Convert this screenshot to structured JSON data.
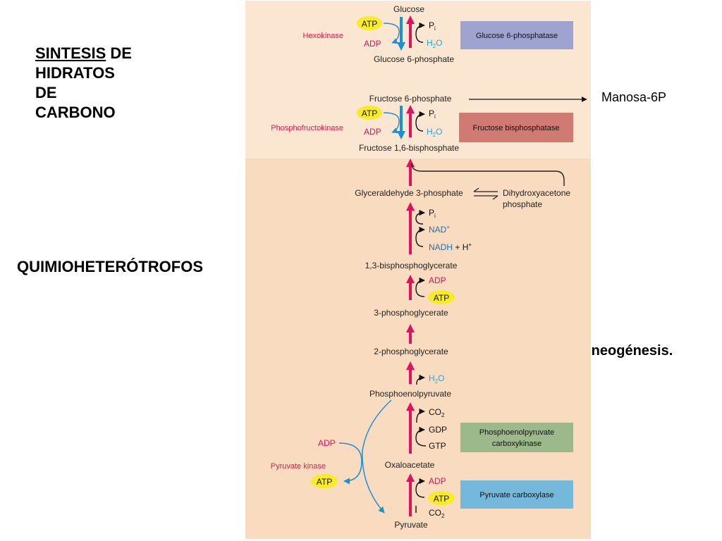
{
  "slide": {
    "title_line1_underlined": "SINTESIS",
    "title_line1_rest": " DE",
    "title_line2": "HIDRATOS",
    "title_line3": "DE",
    "title_line4": "CARBONO",
    "organism_label": "QUIMIOHETERÓTROFOS",
    "pathway_label": "Gluconeogénesis.",
    "side_product": "Manosa-6P"
  },
  "diagram": {
    "metabolites": {
      "glucose": "Glucose",
      "glucose6p": "Glucose 6-phosphate",
      "fructose6p": "Fructose 6-phosphate",
      "fructose16bp": "Fructose 1,6-bisphosphate",
      "g3p": "Glyceraldehyde 3-phosphate",
      "dhap_line1": "Dihydroxyacetone",
      "dhap_line2": "phosphate",
      "bpg13": "1,3-bisphosphoglycerate",
      "pg3": "3-phosphoglycerate",
      "pg2": "2-phosphoglycerate",
      "pep": "Phosphoenolpyruvate",
      "oaa": "Oxaloacetate",
      "pyruvate": "Pyruvate"
    },
    "enzymes": {
      "hexokinase": "Hexokinase",
      "pfk": "Phosphofructokinase",
      "pyruvate_kinase": "Pyruvate kinase",
      "g6pase": "Glucose 6-phosphatase",
      "fbpase": "Fructose bisphosphatase",
      "pepck_line1": "Phosphoenolpyruvate",
      "pepck_line2": "carboxykinase",
      "pc": "Pyruvate carboxylase"
    },
    "cofactors": {
      "atp": "ATP",
      "adp": "ADP",
      "pi": "P",
      "pi_sub": "i",
      "h2o_h": "H",
      "h2o_sub": "2",
      "h2o_o": "O",
      "nad": "NAD",
      "nad_sup": "+",
      "nadh": "NADH",
      "plus_h": " + H",
      "h_sup": "+",
      "co2_main": "CO",
      "co2_sub": "2",
      "gdp": "GDP",
      "gtp": "GTP"
    },
    "colors": {
      "panel_top": "#fbe6d2",
      "panel_bottom": "#f9dbbf",
      "gluconeo_arrow": "#e0115f",
      "glycolysis_arrow": "#1e8fd1",
      "atp_highlight": "#f7ec25",
      "enzyme_red": "#e8174f",
      "water_blue": "#29a3dd",
      "nad_blue": "#1f6fb5",
      "g6pase_box": "#9ea3cf",
      "fbpase_box": "#cf7a72",
      "pepck_box": "#9bb98a",
      "pc_box": "#74b9db"
    }
  }
}
